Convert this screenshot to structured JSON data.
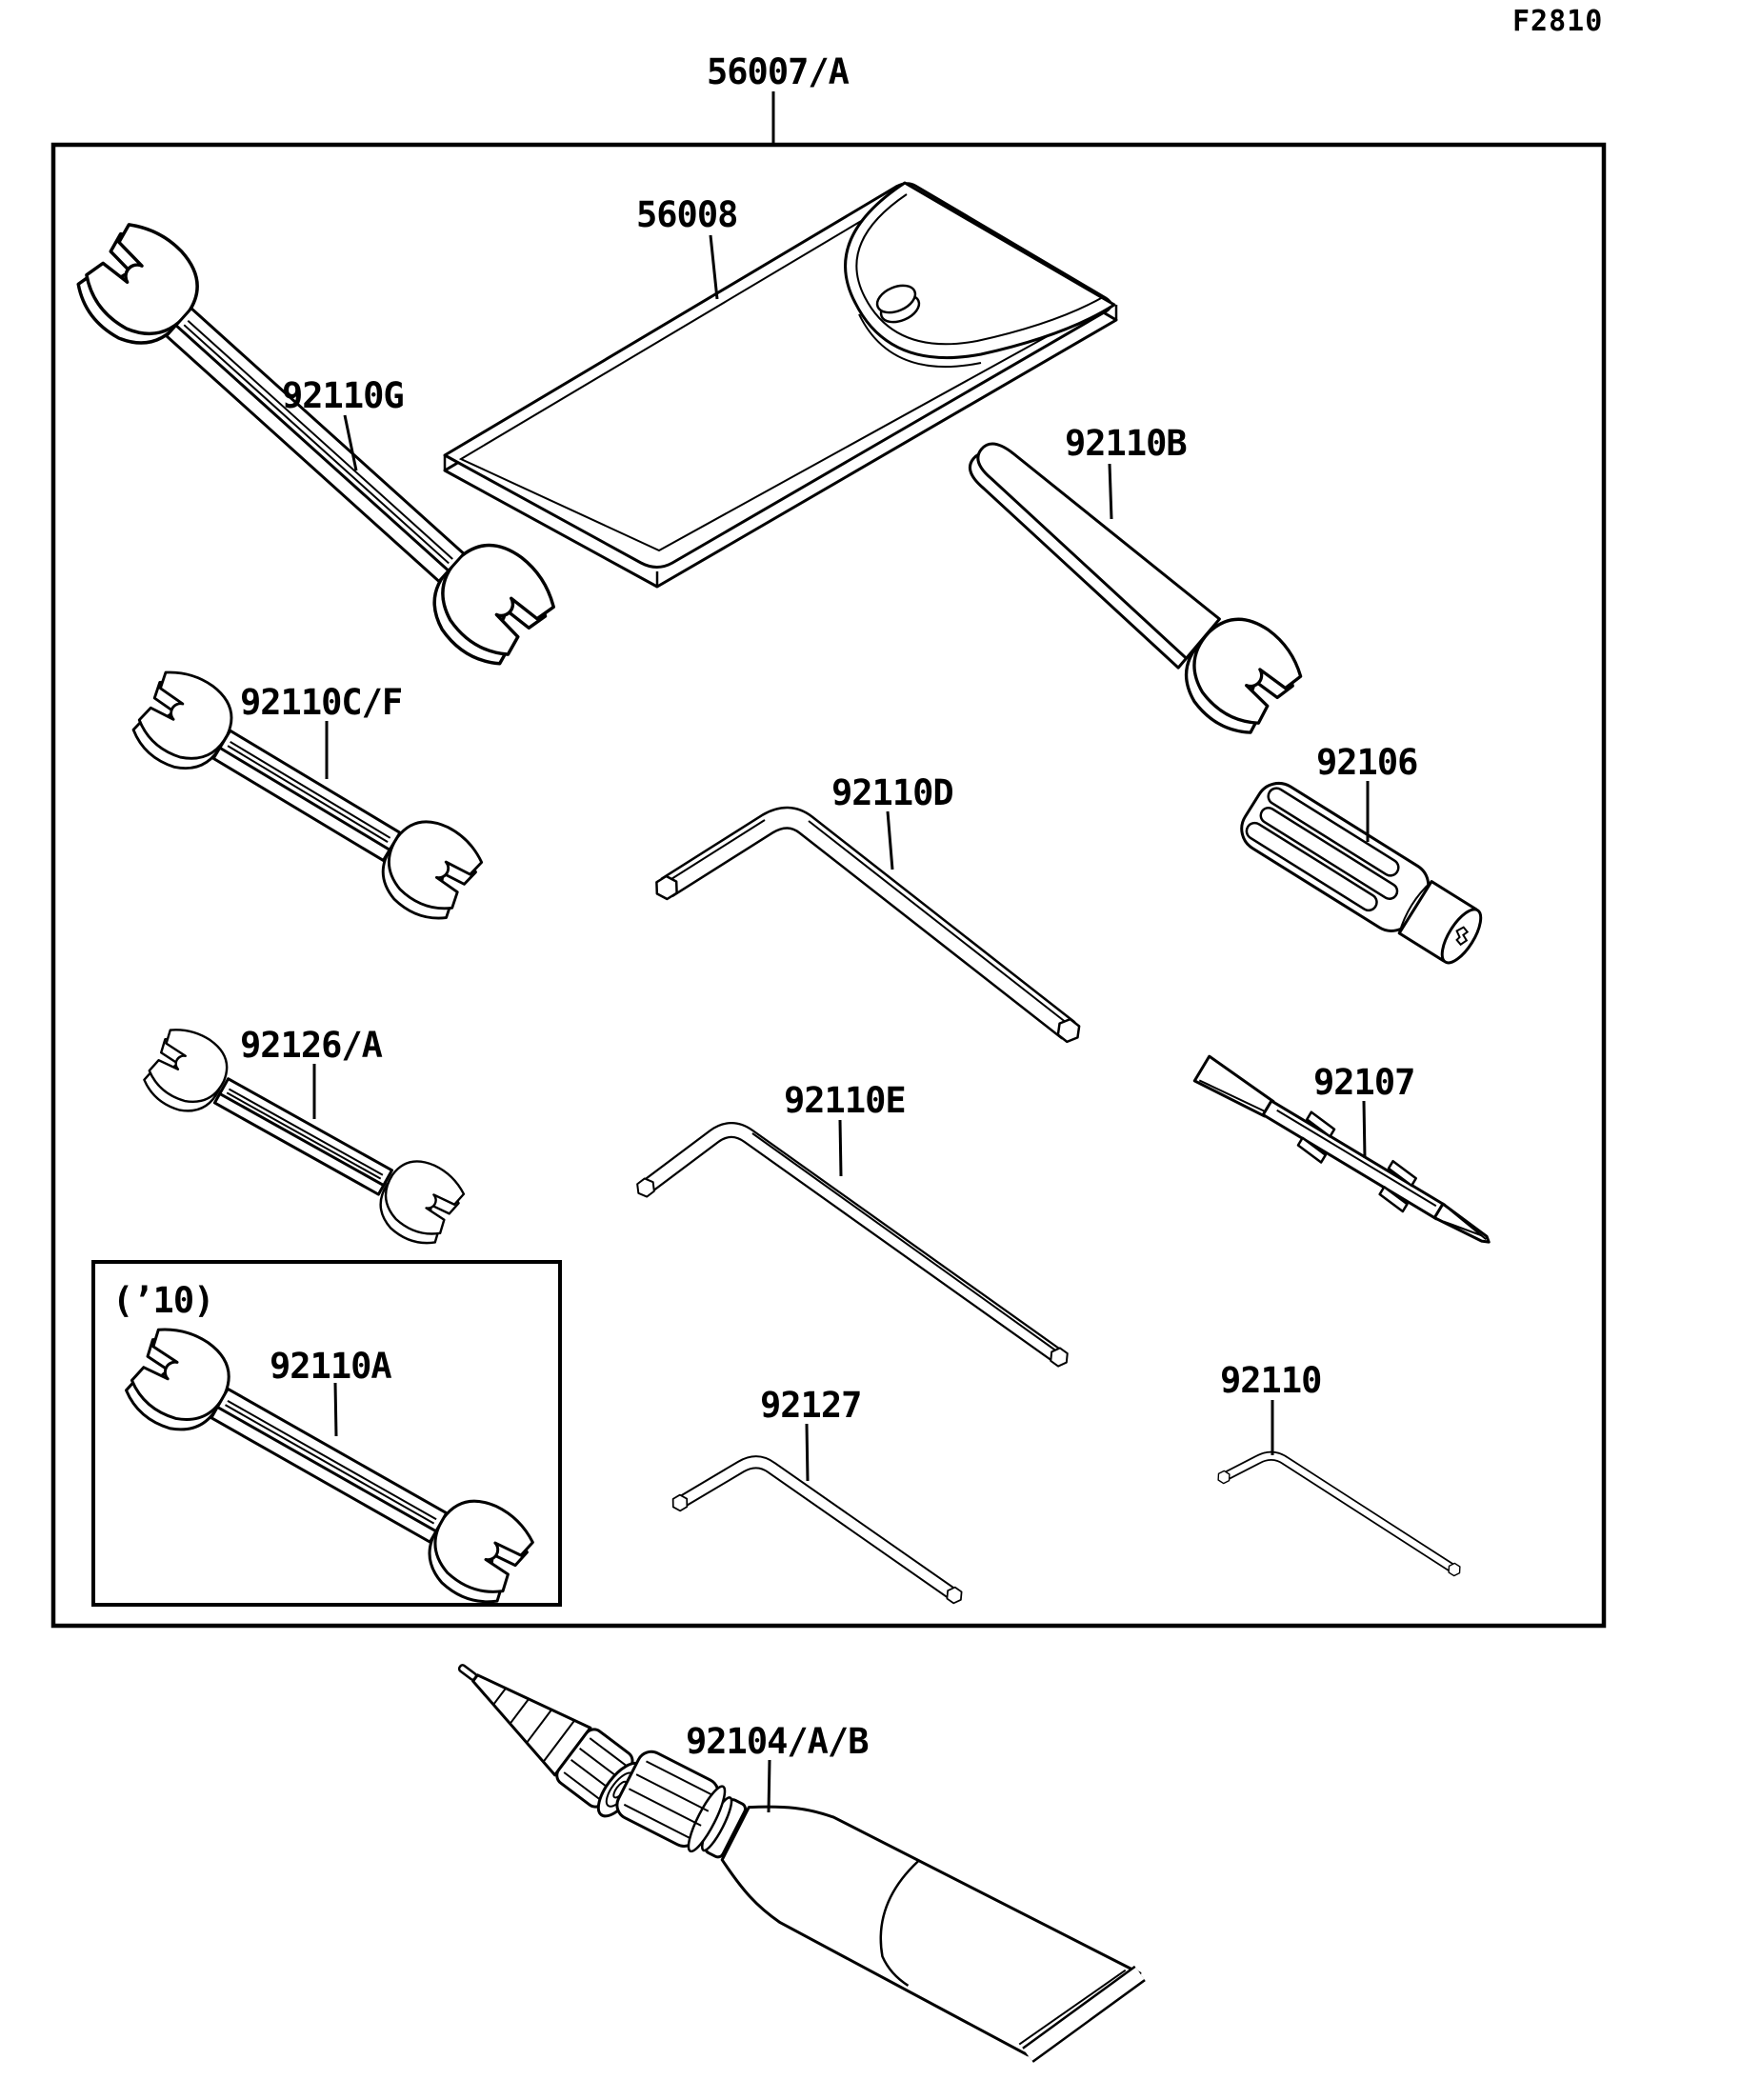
{
  "figure_code": "F2810",
  "colors": {
    "line": "#000000",
    "background": "#ffffff"
  },
  "labels": {
    "kit_case": "56007/A",
    "pouch": "56008",
    "wrench_g": "92110G",
    "wrench_b": "92110B",
    "wrench_cf": "92110C/F",
    "hex_wrench_d": "92110D",
    "plug_tool": "92106",
    "wrench_126": "92126/A",
    "hex_wrench_e": "92110E",
    "driver_bit": "92107",
    "year_note": "(’10)",
    "wrench_a": "92110A",
    "hex_wrench_127": "92127",
    "hex_wrench_110": "92110",
    "grease_tube": "92104/A/B"
  },
  "part_types": {
    "56008": "tool-pouch",
    "92110G": "open-end-wrench",
    "92110B": "open-end-wrench",
    "92110C/F": "open-end-wrench",
    "92110D": "hex-key",
    "92106": "plug-wrench-grip",
    "92126/A": "open-end-wrench",
    "92110E": "hex-key",
    "92107": "screwdriver-bit",
    "92110A": "open-end-wrench",
    "92127": "hex-key",
    "92110": "hex-key",
    "92104/A/B": "grease-tube"
  }
}
